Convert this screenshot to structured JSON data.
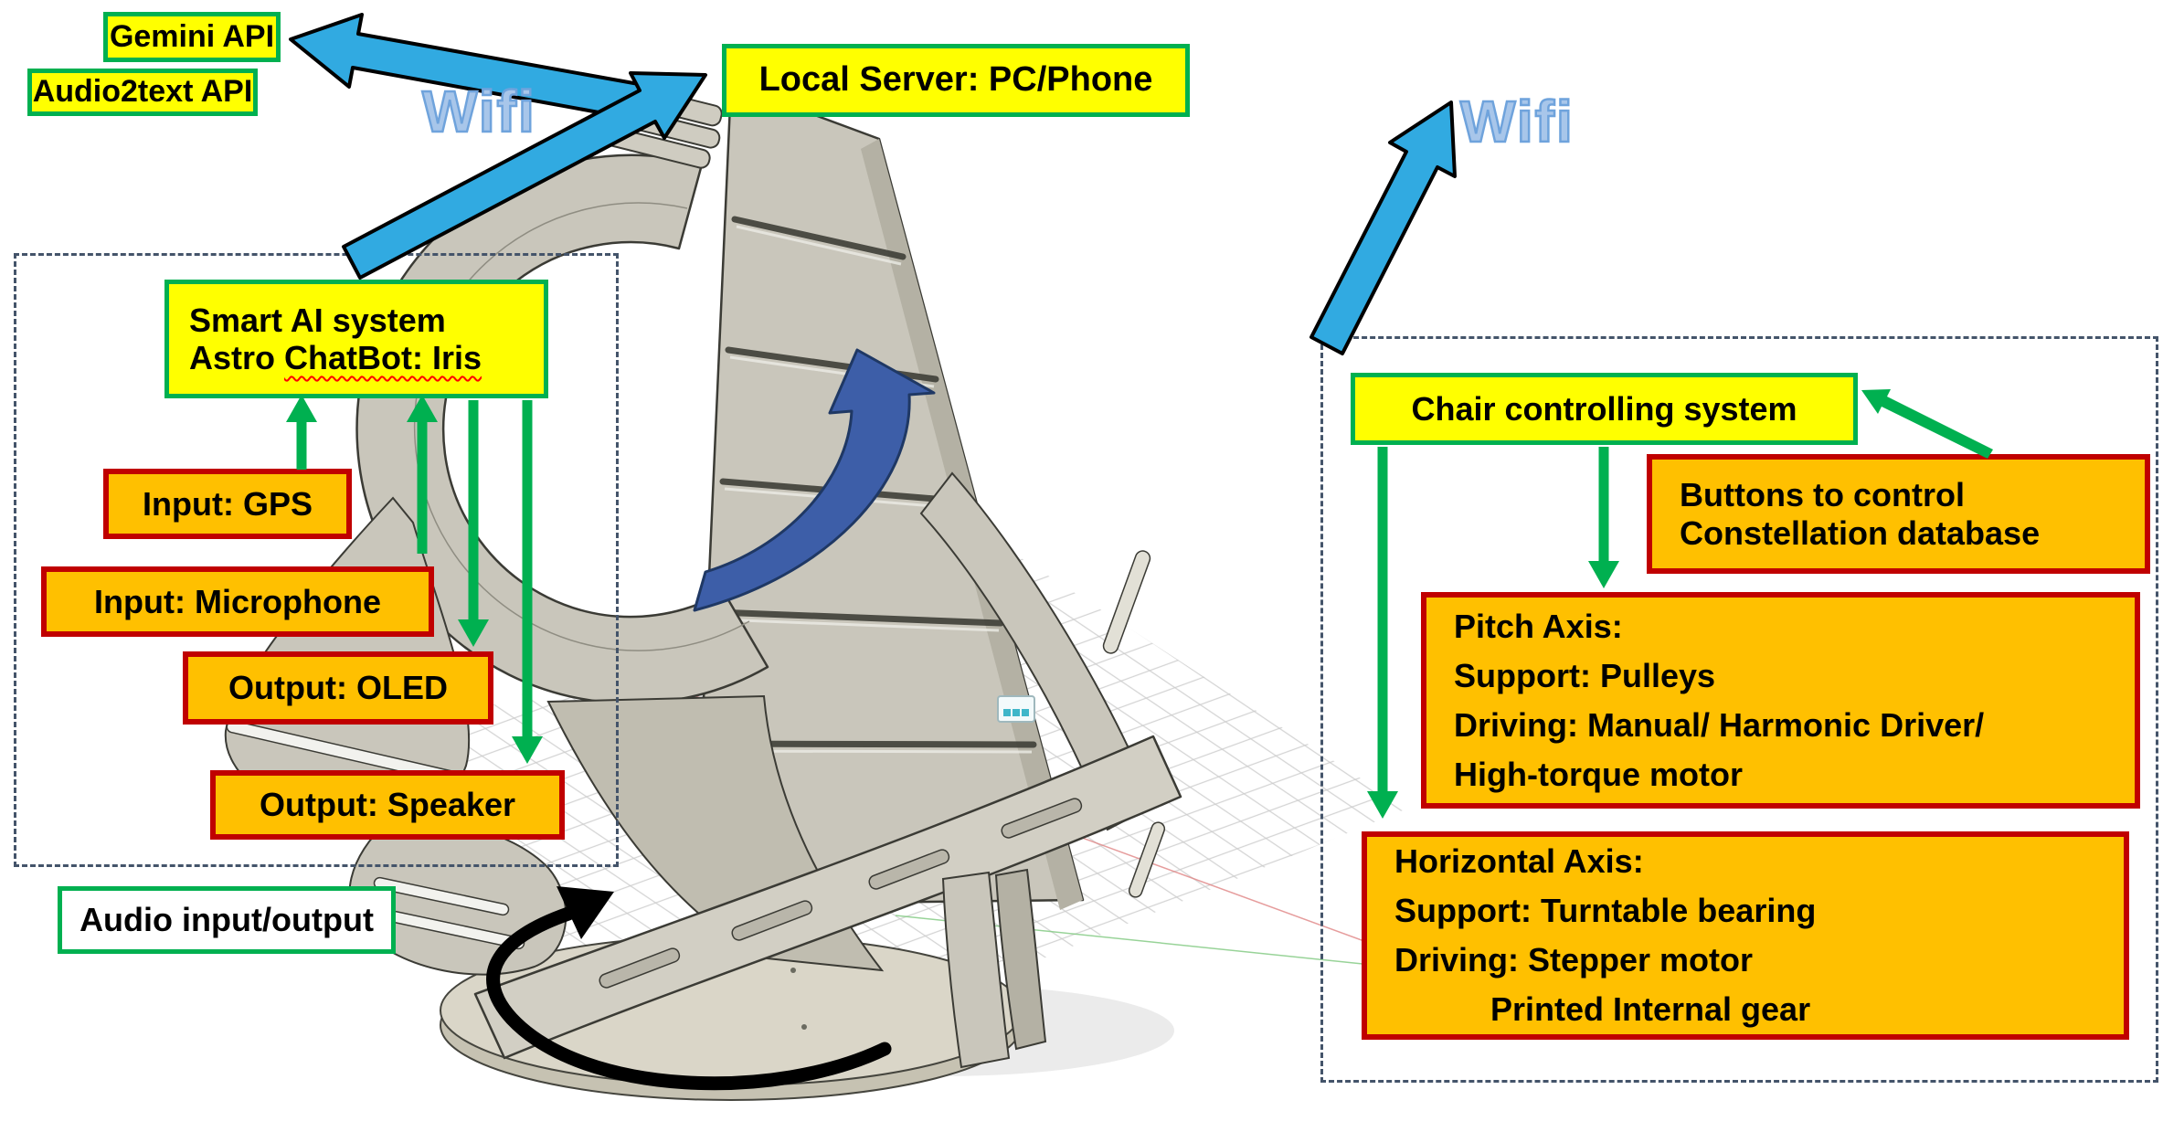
{
  "top": {
    "gemini_api": "Gemini API",
    "audio2text_api": "Audio2text API",
    "local_server": "Local Server: PC/Phone",
    "wifi_left": "Wifi",
    "wifi_right": "Wifi"
  },
  "ai_group": {
    "system_line1": "Smart AI system",
    "system_line2_prefix": "Astro ",
    "system_line2_name": "ChatBot: Iris",
    "input_gps": "Input: GPS",
    "input_microphone": "Input: Microphone",
    "output_oled": "Output: OLED",
    "output_speaker": "Output: Speaker",
    "audio_io": "Audio input/output"
  },
  "chair_group": {
    "title": "Chair controlling system",
    "buttons_line1": "Buttons to control",
    "buttons_line2": "Constellation database",
    "pitch": {
      "line1": "Pitch Axis:",
      "line2": "Support: Pulleys",
      "line3": "Driving: Manual/ Harmonic Driver/",
      "line4": "High-torque motor"
    },
    "horizontal": {
      "line1": "Horizontal Axis:",
      "line2": "Support: Turntable bearing",
      "line3": "Driving: Stepper motor",
      "line4": "Printed Internal gear"
    }
  },
  "colors": {
    "box_yellow": "#FFFF00",
    "border_green": "#00B050",
    "box_orange": "#FFC000",
    "border_red": "#C00000",
    "dashed_border": "#44546A",
    "arrow_green": "#00B050",
    "arrow_blue": "#31AAE1",
    "wifi_text": "#A8C6EA",
    "curved_arrow_blue": "#3D5EA8",
    "chair_gray": "#C9C6BB"
  }
}
